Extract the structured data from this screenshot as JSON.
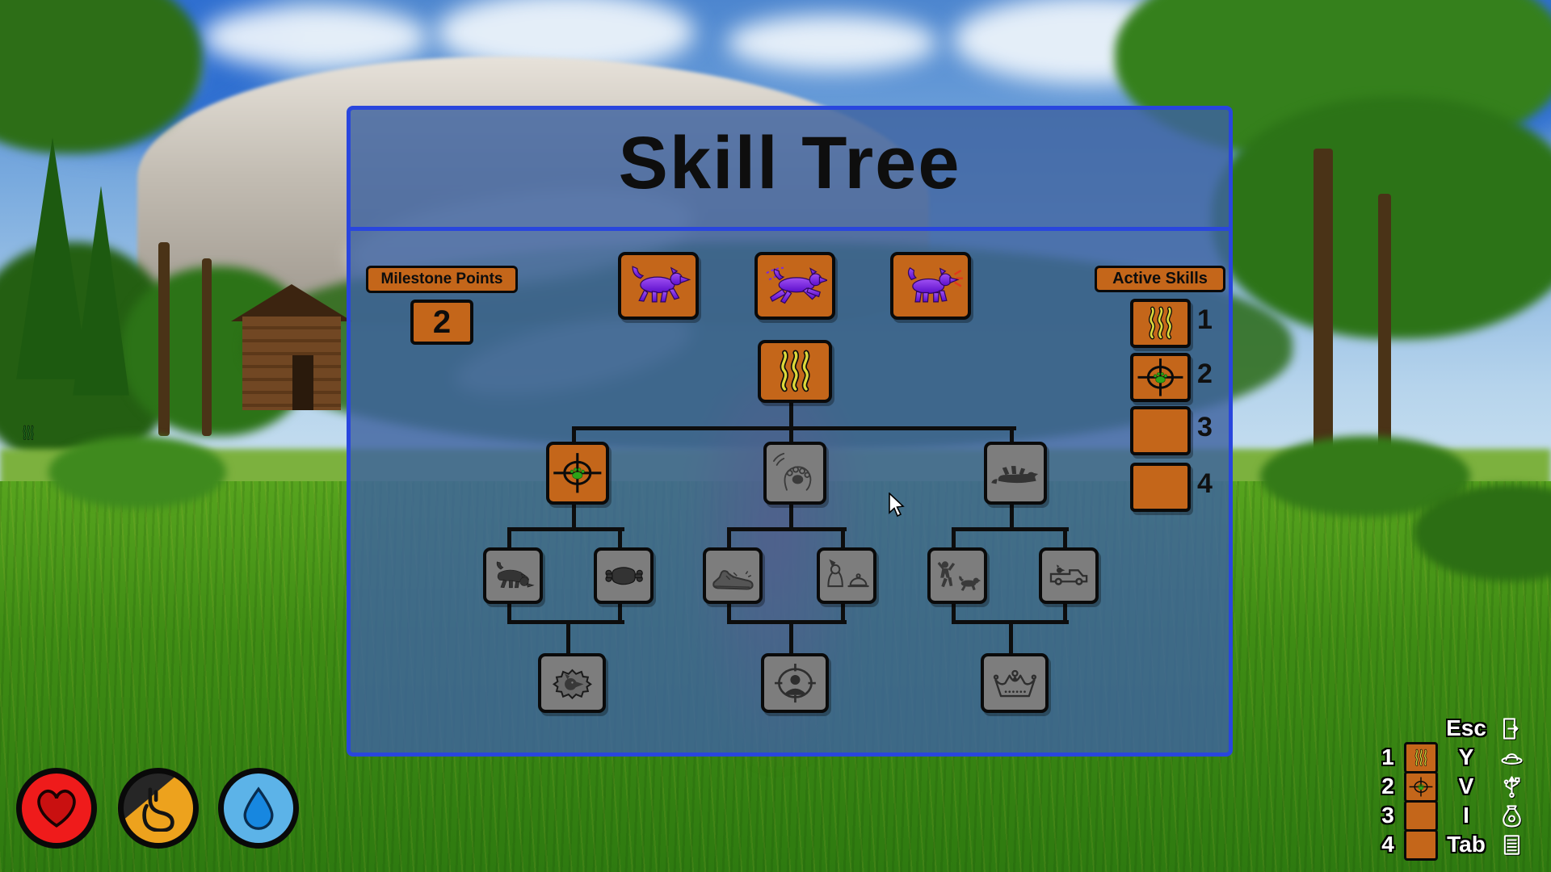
{
  "colors": {
    "panel_blue": "rgba(62,99,160,0.82)",
    "border_blue": "#2946dd",
    "accent_orange": "#c4661a",
    "locked_gray": "#7d7d7d",
    "dog_purple": "#8a2be2",
    "scent_yellow": "#dcd83a",
    "paw_green": "#2ba318",
    "health_red": "#ef1b1b",
    "hunger_orange": "#eda21d",
    "thirst_blue": "#5cb3e8"
  },
  "panel": {
    "title": "Skill Tree",
    "milestone": {
      "label": "Milestone Points",
      "value": "2"
    },
    "abilities": [
      {
        "icon": "dog-walk-icon",
        "state": "unlocked"
      },
      {
        "icon": "dog-run-icon",
        "state": "unlocked"
      },
      {
        "icon": "dog-bark-icon",
        "state": "unlocked"
      }
    ],
    "skill_tree": {
      "root": {
        "icon": "scent-icon",
        "state": "unlocked"
      },
      "tier2": [
        {
          "icon": "tracking-paw-icon",
          "state": "unlocked"
        },
        {
          "icon": "paw-shake-icon",
          "state": "locked"
        },
        {
          "icon": "roll-over-icon",
          "state": "locked"
        }
      ],
      "tier3": [
        {
          "icon": "sniffing-dog-icon",
          "state": "locked"
        },
        {
          "icon": "meat-icon",
          "state": "locked"
        },
        {
          "icon": "shoe-icon",
          "state": "locked"
        },
        {
          "icon": "dog-food-dish-icon",
          "state": "locked"
        },
        {
          "icon": "chase-person-icon",
          "state": "locked"
        },
        {
          "icon": "dog-in-truck-icon",
          "state": "locked"
        }
      ],
      "tier4": [
        {
          "icon": "dog-head-burst-icon",
          "state": "locked"
        },
        {
          "icon": "track-person-icon",
          "state": "locked"
        },
        {
          "icon": "crown-icon",
          "state": "locked"
        }
      ]
    },
    "active_skills": {
      "label": "Active Skills",
      "slots": [
        {
          "number": "1",
          "icon": "scent-icon",
          "filled": true
        },
        {
          "number": "2",
          "icon": "tracking-paw-icon",
          "filled": true
        },
        {
          "number": "3",
          "icon": "",
          "filled": false
        },
        {
          "number": "4",
          "icon": "",
          "filled": false
        }
      ]
    }
  },
  "hud": {
    "status_icons": [
      {
        "icon": "health-heart-icon"
      },
      {
        "icon": "hunger-stomach-icon"
      },
      {
        "icon": "thirst-drop-icon"
      }
    ],
    "scent_indicator_icon": "scent-icon",
    "keybinds": {
      "esc": {
        "key": "Esc",
        "icon": "exit-door-icon"
      },
      "rows": [
        {
          "num": "1",
          "slot_icon": "scent-icon",
          "key": "Y",
          "icon": "hat-icon"
        },
        {
          "num": "2",
          "slot_icon": "tracking-paw-icon",
          "key": "V",
          "icon": "usb-icon"
        },
        {
          "num": "3",
          "slot_icon": "",
          "key": "I",
          "icon": "money-bag-icon"
        },
        {
          "num": "4",
          "slot_icon": "",
          "key": "Tab",
          "icon": "notes-icon"
        }
      ]
    }
  }
}
